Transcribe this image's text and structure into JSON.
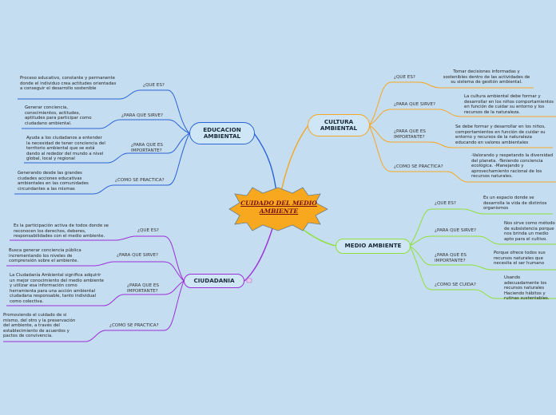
{
  "center": {
    "title": "CUIDADO DEL MEDIO AMBIENTE"
  },
  "branches": {
    "educacion": {
      "title": "EDUCACION AMBIENTAL",
      "color": "#2a63d6",
      "items": [
        {
          "question": "¿QUE ES?",
          "answer": "Proceso educativo, constante y permanente donde el individuo crea actitudes orientadas a conseguir el desarrollo sostenible"
        },
        {
          "question": "¿PARA QUE SIRVE?",
          "answer": "Generar conciencia, conocimientos, actitudes, aptitudes para participar como ciudadano ambiental."
        },
        {
          "question": "¿PARA QUE ES IMPORTANTE?",
          "answer": "Ayuda a los ciudadanos a entender la necesidad de tener conciencia del territorio ambiental que se está dando al rededor del mundo a nivel global, local y regional"
        },
        {
          "question": "¿COMO SE PRACTICA?",
          "answer": "Generando desde las grandes ciudades acciones educativas ambientales en las comunidades circundantes a las mismas"
        }
      ]
    },
    "ciudadania": {
      "title": "CIUDADANIA",
      "color": "#9b30d9",
      "items": [
        {
          "question": "¿QUE ES?",
          "answer": "Es la participación activa de todos donde se reconocen los derechos, deberes, responsabilidades con el medio ambiente."
        },
        {
          "question": "¿PARA QUE SIRVE?",
          "answer": "Busca generar conciencia pública incrementando los niveles de comprensión sobre el ambiente."
        },
        {
          "question": "¿PARA QUE ES IMPORTANTE?",
          "answer": "La Ciudadanía Ambiental significa adquirir un mejor conocimiento del medio ambiente y utilizar esa información como herramienta para una acción ambiental ciudadana responsable, tanto individual como colectiva."
        },
        {
          "question": "¿COMO SE PRACTICA?",
          "answer": "Promoviendo el cuidado de si mismo, del otro y la preservación del ambiente, a través del establecimiento de acuerdos y pactos de convivencia."
        }
      ]
    },
    "cultura": {
      "title": "CULTURA AMBIENTAL",
      "color": "#f5a623",
      "items": [
        {
          "question": "¿QUE ES?",
          "answer": "Tomar decisiones informadas y sostenibles dentro de las actividades de su sistema de gestión ambiental."
        },
        {
          "question": "¿PARA QUE SIRVE?",
          "answer": "La cultura ambiental debe formar y desarrollar en los niños comportamientos en función de cuidar su entorno y los recursos de la naturaleza."
        },
        {
          "question": "¿PARA QUE ES IMPORTANTE?",
          "answer": "Se debe formar y desarrollar en los niños, comportamientos en función de cuidar su entorno y recursos de la naturaleza educando en valores ambientales"
        },
        {
          "question": "¿COMO SE PRACTICA?",
          "answer": "-Valorando y respetando la diversidad del planeta. -Teniendo conciencia ecológica. -Manejando y aprovechamiento racional de los recursos naturales."
        }
      ]
    },
    "medio": {
      "title": "MEDIO AMBIENTE",
      "color": "#8ee03a",
      "items": [
        {
          "question": "¿QUE ES?",
          "answer": "Es un espacio donde se desarrolla la vida de distintos organismos"
        },
        {
          "question": "¿PARA QUE SIRVE?",
          "answer": "Nos sirve como método de subsistencia porque nos brinda un medio apto para el cultivo."
        },
        {
          "question": "¿PARA QUE ES IMPORTANTE?",
          "answer": "Porque ofrece todos sus recursos naturales que necesita el ser humano"
        },
        {
          "question": "¿COMO SE CUIDA?",
          "answer": "Usando adecuadamente los recursos naturales Haciendo hábitos y rutinas sustentables."
        }
      ]
    }
  }
}
